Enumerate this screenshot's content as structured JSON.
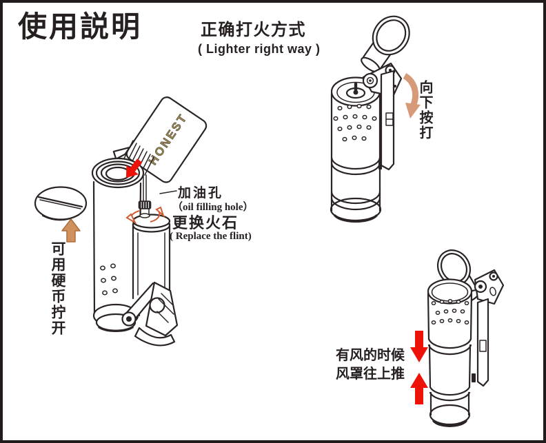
{
  "title": "使用説明",
  "section": {
    "heading": "正确打火方式",
    "heading_en": "( Lighter right way )"
  },
  "labels": {
    "oil_hole": "加油孔",
    "oil_hole_en": "（oil filling hole）",
    "flint": "更换火石",
    "flint_en": "( Replace the flint)",
    "coin_note": "可用硬币拧开",
    "press_note": "向下按打",
    "wind_line1": "有风的时候",
    "wind_line2": "风罩往上推",
    "brand": "HONEST"
  },
  "colors": {
    "ink": "#2b2424",
    "red": "#ed1309",
    "tan": "#d1915c",
    "tan_soft": "#d69a78",
    "gold": "#9c8a5c",
    "rotate_hint": "#cf5c35"
  }
}
